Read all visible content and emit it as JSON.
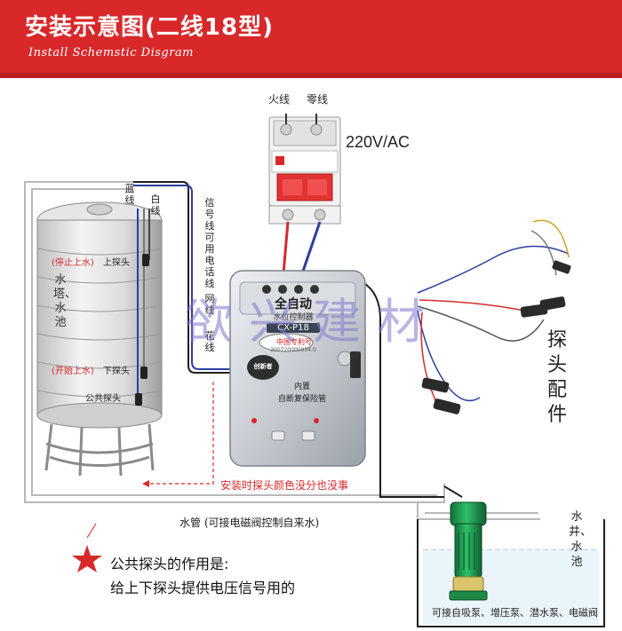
{
  "header": {
    "title": "安装示意图(二线18型)",
    "subtitle": "Install Schemstic Disgram"
  },
  "breaker": {
    "live_label": "火线",
    "neutral_label": "零线",
    "voltage": "220V/AC"
  },
  "wires": {
    "blue_label": "蓝线",
    "white_label": "白线",
    "signal_note": "信号线可用电话线",
    "network_note": "网线",
    "flower_note": "花线"
  },
  "tank": {
    "name": "水塔、水池",
    "upper_probe_tag": "(停止上水)",
    "upper_probe": "上探头",
    "lower_probe_tag": "(开始上水)",
    "lower_probe": "下探头",
    "common_probe": "公共探头"
  },
  "controller": {
    "brand_big": "全自动",
    "product": "水位控制器",
    "model": "CX-P18",
    "patent": "中国专利号",
    "patent_no": "200720000934.0",
    "logo": "创新者",
    "feature1": "内置",
    "feature2": "自断复保险管"
  },
  "notes": {
    "color_note": "安装时探头颜色没分也没事",
    "pipe_note": "水管  (可接电磁阀控制自来水)"
  },
  "accessories": {
    "probe_label": "探头配件"
  },
  "well": {
    "label": "水井、水池",
    "pump_note": "可接自吸泵、增压泵、潜水泵、电磁阀"
  },
  "footnote": {
    "line1": "公共探头的作用是:",
    "line2": "给上下探头提供电压信号用的"
  },
  "watermark": "欲兴建材",
  "colors": {
    "header_red": "#d9282a",
    "pipe_gray": "#b8b8b8",
    "wire_blue": "#2b3f9e",
    "wire_red": "#d42b2b",
    "pump_green": "#1e9a52"
  }
}
